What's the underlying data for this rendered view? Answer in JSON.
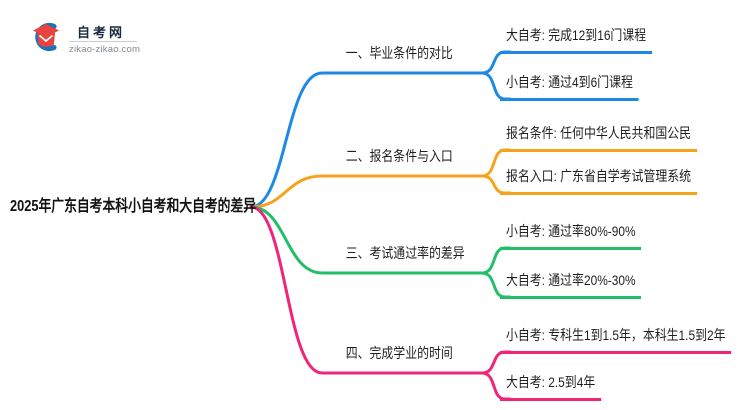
{
  "logo": {
    "site_name": "自考网",
    "domain": "zikao-zikao.com",
    "icon": "graduation-cap-icon",
    "colors": {
      "crescent_blue": "#1B74B8",
      "cap_red": "#E8433C",
      "name_text": "#16293F",
      "domain_text": "#82898F"
    }
  },
  "root": {
    "title": "2025年广东自考本科小自考和大自考的差异"
  },
  "branches": [
    {
      "label": "一、毕业条件的对比",
      "color": "#1E88E5",
      "children": [
        "大自考: 完成12到16门课程",
        "小自考: 通过4到6门课程"
      ]
    },
    {
      "label": "二、报名条件与入口",
      "color": "#F5A31D",
      "children": [
        "报名条件: 任何中华人民共和国公民",
        "报名入口: 广东省自学考试管理系统"
      ]
    },
    {
      "label": "三、考试通过率的差异",
      "color": "#25BE68",
      "children": [
        "小自考: 通过率80%-90%",
        "大自考: 通过率20%-30%"
      ]
    },
    {
      "label": "四、完成学业的时间",
      "color": "#F02578",
      "children": [
        "小自考: 专科生1到1.5年，本科生1.5到2年",
        "大自考: 2.5到4年"
      ]
    }
  ],
  "colors": {
    "background": "#FFFFFF",
    "text": "#1F1F1F"
  }
}
